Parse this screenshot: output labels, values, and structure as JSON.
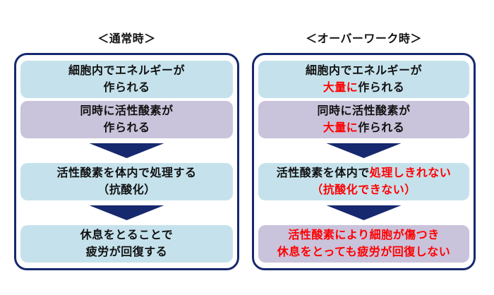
{
  "colors": {
    "background": "#ffffff",
    "panel_border": "#16286e",
    "arrow": "#16286e",
    "box_blue": "#c5e2ec",
    "box_purple": "#c9c3db",
    "text_black": "#111111",
    "text_red": "#ff0000"
  },
  "panels": [
    {
      "id": "normal",
      "title": "＜通常時＞",
      "boxes": [
        {
          "style": "blue",
          "lines": [
            {
              "segments": [
                {
                  "text": "細胞内でエネルギーが",
                  "emphasis": false
                }
              ]
            },
            {
              "segments": [
                {
                  "text": "作られる",
                  "emphasis": false
                }
              ]
            }
          ]
        },
        {
          "style": "purple",
          "lines": [
            {
              "segments": [
                {
                  "text": "同時に活性酸素が",
                  "emphasis": false
                }
              ]
            },
            {
              "segments": [
                {
                  "text": "作られる",
                  "emphasis": false
                }
              ]
            }
          ]
        },
        {
          "style": "blue",
          "lines": [
            {
              "segments": [
                {
                  "text": "活性酸素を体内で処理する",
                  "emphasis": false
                }
              ]
            },
            {
              "segments": [
                {
                  "text": "（抗酸化）",
                  "emphasis": false
                }
              ]
            }
          ]
        },
        {
          "style": "blue",
          "lines": [
            {
              "segments": [
                {
                  "text": "休息をとることで",
                  "emphasis": false
                }
              ]
            },
            {
              "segments": [
                {
                  "text": "疲労が回復する",
                  "emphasis": false
                }
              ]
            }
          ]
        }
      ]
    },
    {
      "id": "overwork",
      "title": "＜オーバーワーク時＞",
      "boxes": [
        {
          "style": "blue",
          "lines": [
            {
              "segments": [
                {
                  "text": "細胞内でエネルギーが",
                  "emphasis": false
                }
              ]
            },
            {
              "segments": [
                {
                  "text": "大量に",
                  "emphasis": true
                },
                {
                  "text": "作られる",
                  "emphasis": false
                }
              ]
            }
          ]
        },
        {
          "style": "purple",
          "lines": [
            {
              "segments": [
                {
                  "text": "同時に活性酸素が",
                  "emphasis": false
                }
              ]
            },
            {
              "segments": [
                {
                  "text": "大量に",
                  "emphasis": true
                },
                {
                  "text": "作られる",
                  "emphasis": false
                }
              ]
            }
          ]
        },
        {
          "style": "blue",
          "lines": [
            {
              "segments": [
                {
                  "text": "活性酸素を体内で",
                  "emphasis": false
                },
                {
                  "text": "処理しきれない",
                  "emphasis": true
                }
              ]
            },
            {
              "segments": [
                {
                  "text": "（抗酸化できない）",
                  "emphasis": true
                }
              ]
            }
          ]
        },
        {
          "style": "purple",
          "lines": [
            {
              "segments": [
                {
                  "text": "活性酸素により細胞が傷つき",
                  "emphasis": true
                }
              ]
            },
            {
              "segments": [
                {
                  "text": "休息をとっても疲労が回復しない",
                  "emphasis": true
                }
              ]
            }
          ]
        }
      ]
    }
  ]
}
